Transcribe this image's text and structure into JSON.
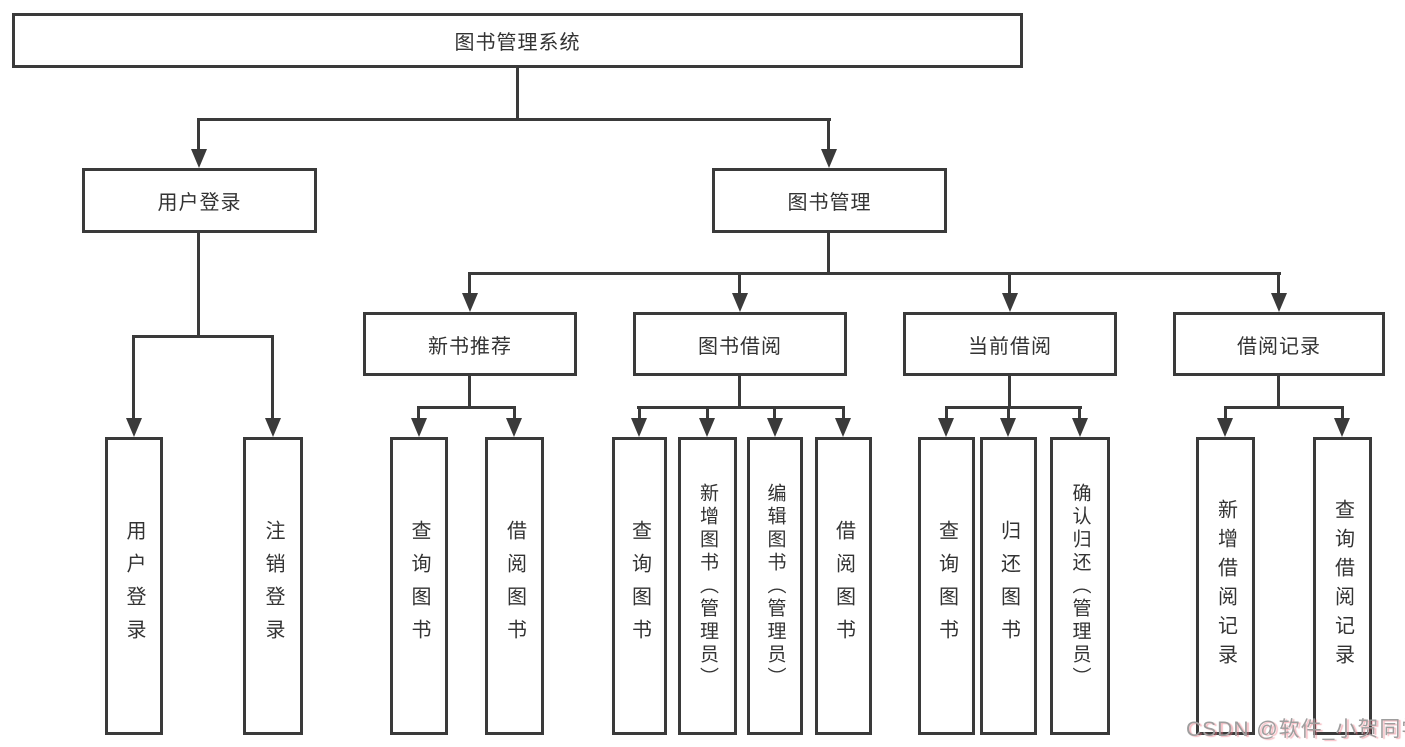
{
  "diagram": {
    "title": "图书管理系统",
    "watermark": "CSDN @软件_小贺同学",
    "colors": {
      "line": "#3a3a3a",
      "text": "#333333",
      "background": "#ffffff",
      "watermark_gray": "#9e9e9e",
      "watermark_shadow": "#eb7382"
    },
    "nodes": {
      "root": "图书管理系统",
      "user_login": "用户登录",
      "book_mgmt": "图书管理",
      "new_book_rec": "新书推荐",
      "book_borrow": "图书借阅",
      "current_borrow": "当前借阅",
      "borrow_records": "借阅记录",
      "v_user_login": "用户登录",
      "v_logout": "注销登录",
      "v_query_book_1": "查询图书",
      "v_borrow_book_1": "借阅图书",
      "v_query_book_2": "查询图书",
      "v_add_book": "新增图书（管理员）",
      "v_edit_book": "编辑图书（管理员）",
      "v_borrow_book_2": "借阅图书",
      "v_query_book_3": "查询图书",
      "v_return_book": "归还图书",
      "v_confirm_return": "确认归还（管理员）",
      "v_add_borrow_record": "新增借阅记录",
      "v_query_borrow_record": "查询借阅记录"
    }
  }
}
